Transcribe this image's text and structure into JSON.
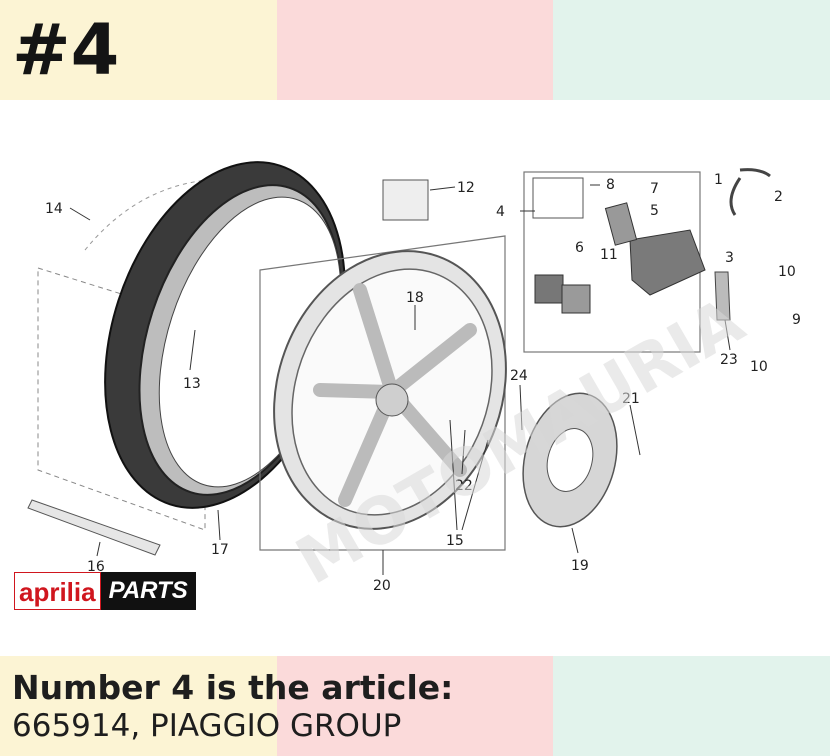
{
  "header": {
    "title": "#4"
  },
  "diagram": {
    "labels": [
      "1",
      "2",
      "3",
      "4",
      "5",
      "6",
      "7",
      "8",
      "9",
      "10",
      "10",
      "11",
      "12",
      "13",
      "14",
      "15",
      "16",
      "17",
      "18",
      "19",
      "20",
      "21",
      "22",
      "23",
      "24"
    ],
    "watermark": "MOTOMAURIA"
  },
  "brand": {
    "name": "aprilia",
    "suffix": "PARTS"
  },
  "caption": {
    "title": "Number 4 is the article:",
    "subtitle": "665914, PIAGGIO GROUP"
  },
  "colors": {
    "band_yellow": "#fcf4d4",
    "band_pink": "#fbdada",
    "band_green": "#e2f3ec",
    "brand_red": "#d0161e"
  }
}
